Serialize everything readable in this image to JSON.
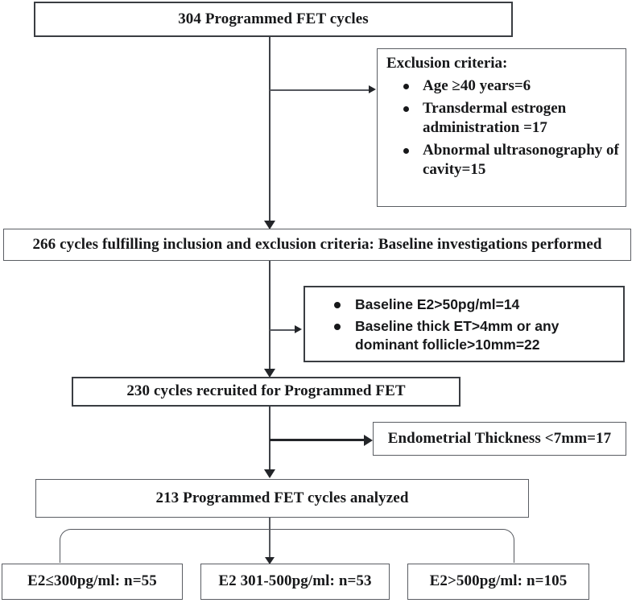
{
  "diagram": {
    "type": "flowchart",
    "title": "Programmed FET cycles study flow",
    "nodes": {
      "total_cycles": "304 Programmed FET cycles",
      "eligible_cycles": "266 cycles fulfilling inclusion and exclusion criteria: Baseline investigations performed",
      "recruited_cycles": "230 cycles recruited for Programmed FET",
      "analyzed_cycles": "213 Programmed FET cycles analyzed",
      "endometrial_exclusion": "Endometrial Thickness <7mm=17"
    },
    "exclusion_box": {
      "heading": "Exclusion criteria:",
      "items": [
        "Age ≥40 years=6",
        "Transdermal estrogen administration =17",
        "Abnormal ultrasonography of cavity=15"
      ]
    },
    "baseline_exclusion_box": {
      "items": [
        "Baseline E2>50pg/ml=14",
        "Baseline thick ET>4mm or any dominant follicle>10mm=22"
      ]
    },
    "outcome_groups": [
      "E2≤300pg/ml: n=55",
      "E2 301-500pg/ml: n=53",
      "E2>500pg/ml: n=105"
    ]
  }
}
